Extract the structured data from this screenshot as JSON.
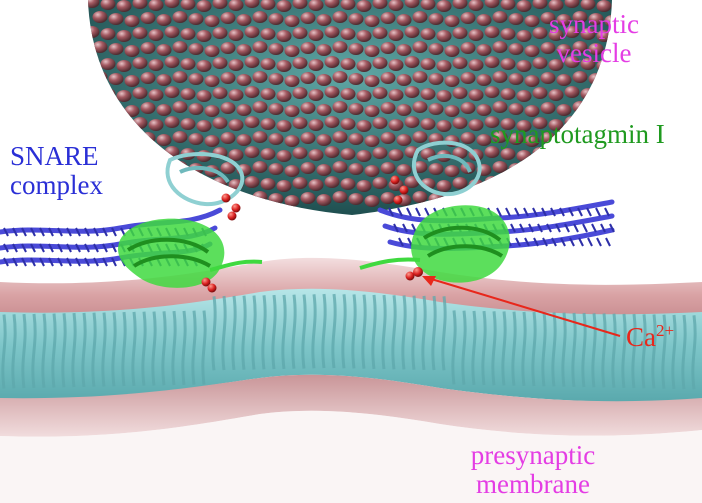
{
  "labels": {
    "vesicle": {
      "line1": "synaptic",
      "line2": "vesicle"
    },
    "synaptotagmin": "synaptotagmin I",
    "snare": {
      "line1": "SNARE",
      "line2": "complex"
    },
    "calcium": {
      "base": "Ca",
      "charge": "2+"
    },
    "membrane": {
      "line1": "presynaptic",
      "line2": "membrane"
    }
  },
  "colors": {
    "magenta_label": "#e43de4",
    "green_label": "#1f9a1f",
    "blue_label": "#2a2fd6",
    "red_label": "#e8271b",
    "vesicle_bead": "#a45a62",
    "vesicle_core": "#3f8e8c",
    "membrane_teal": "#8fd2d4",
    "membrane_pink": "#d69a9c",
    "snare_helix": "#4a4ad8",
    "syt_green": "#3fd93f",
    "syt_cyan": "#8fd0d2",
    "calcium_ion": "#d92020"
  }
}
